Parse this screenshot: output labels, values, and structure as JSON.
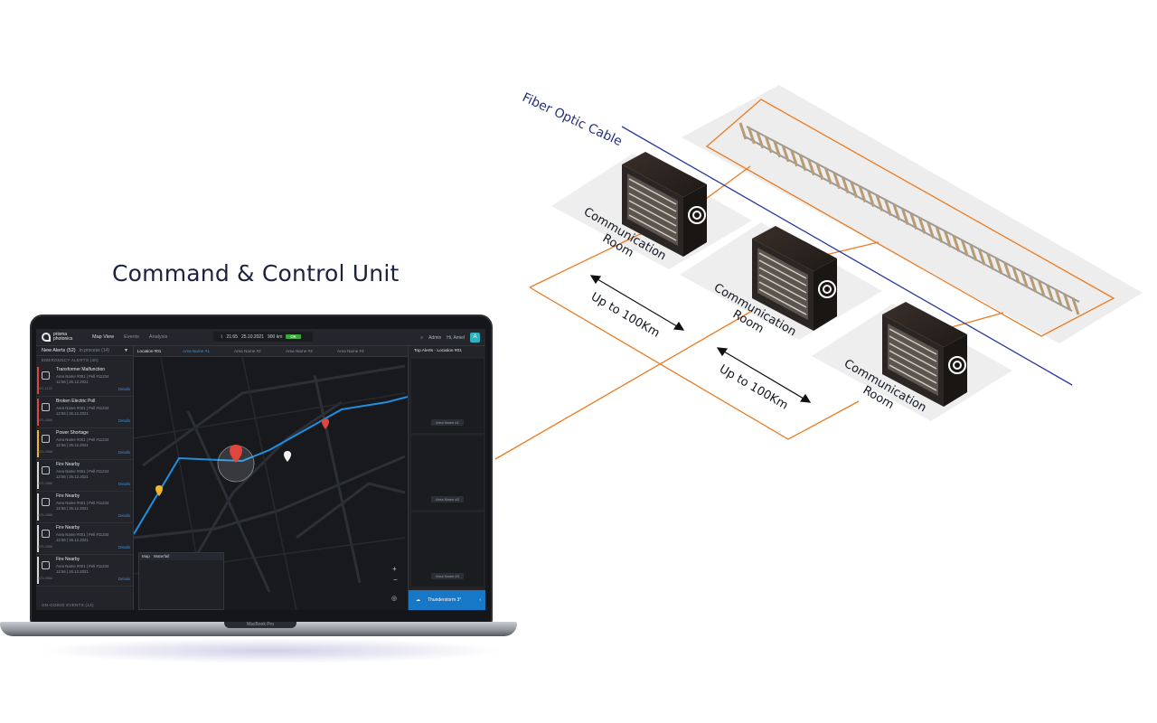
{
  "heading": "Command & Control Unit",
  "diagram": {
    "cable_label": "Fiber Optic Cable",
    "rooms": [
      "Communication\nRoom",
      "Communication\nRoom",
      "Communication\nRoom"
    ],
    "distance_labels": [
      "Up to 100Km",
      "Up to 100Km"
    ],
    "colors": {
      "cable": "#2a3a9c",
      "orange": "#ea7b22",
      "platform": "#eeeeef"
    }
  },
  "laptop": {
    "model": "MacBook Pro",
    "app": {
      "logo": "prisma photonics",
      "nav": [
        "Map View",
        "Events",
        "Analysis"
      ],
      "status": {
        "time": "21:65",
        "date": "25.10.2021",
        "range": "900 km",
        "ok": "OK"
      },
      "user": {
        "role": "Admin",
        "greeting": "Hi, Amiel",
        "avatar": "A"
      },
      "left": {
        "title": "New Alerts (52)",
        "in_process": "In process (14)",
        "section": "EMERGENCY ALERTS (40)",
        "footer": "ON-GOING EVENTS (12)",
        "alerts": [
          {
            "title": "Transformer Malfunction",
            "line1": "Area Name #001 | Pell #11234",
            "line2": "12:56 | 26.12.2021",
            "id": "#22-1132",
            "color": "#e0463d"
          },
          {
            "title": "Broken Electric Poll",
            "line1": "Area Name #001 | Pell #11234",
            "line2": "12:56 | 26.12.2021",
            "id": "#23-4586",
            "color": "#e0463d"
          },
          {
            "title": "Power Shortage",
            "line1": "Area Name #001 | Pell #11234",
            "line2": "12:56 | 26.12.2021",
            "id": "#23-4586",
            "color": "#f0b72e"
          },
          {
            "title": "Fire Nearby",
            "line1": "Area Name #001 | Pell #11234",
            "line2": "12:56 | 26.12.2021",
            "id": "#23-4586",
            "color": "#d8d8d8"
          },
          {
            "title": "Fire Nearby",
            "line1": "Area Name #001 | Pell #11234",
            "line2": "12:56 | 26.12.2021",
            "id": "#23-4586",
            "color": "#d8d8d8"
          },
          {
            "title": "Fire Nearby",
            "line1": "Area Name #001 | Pell #11234",
            "line2": "12:56 | 26.12.2021",
            "id": "#23-4586",
            "color": "#d8d8d8"
          },
          {
            "title": "Fire Nearby",
            "line1": "Area Name #001 | Pell #11234",
            "line2": "12:56 | 26.12.2021",
            "id": "#23-4586",
            "color": "#d8d8d8"
          }
        ],
        "details_label": "Details"
      },
      "map": {
        "location": "Location #01",
        "tabs": [
          "Area Name #1",
          "Area Name #2",
          "Area Name #3",
          "Area Name #4"
        ],
        "minimap_tabs": [
          "Map",
          "Waterfall"
        ]
      },
      "right": {
        "title": "Top Alerts - Location #01",
        "thumbs": [
          "Area Name #1",
          "Area Name #2",
          "Area Name #3"
        ],
        "weather": "Thunderstorm 3°"
      }
    }
  }
}
